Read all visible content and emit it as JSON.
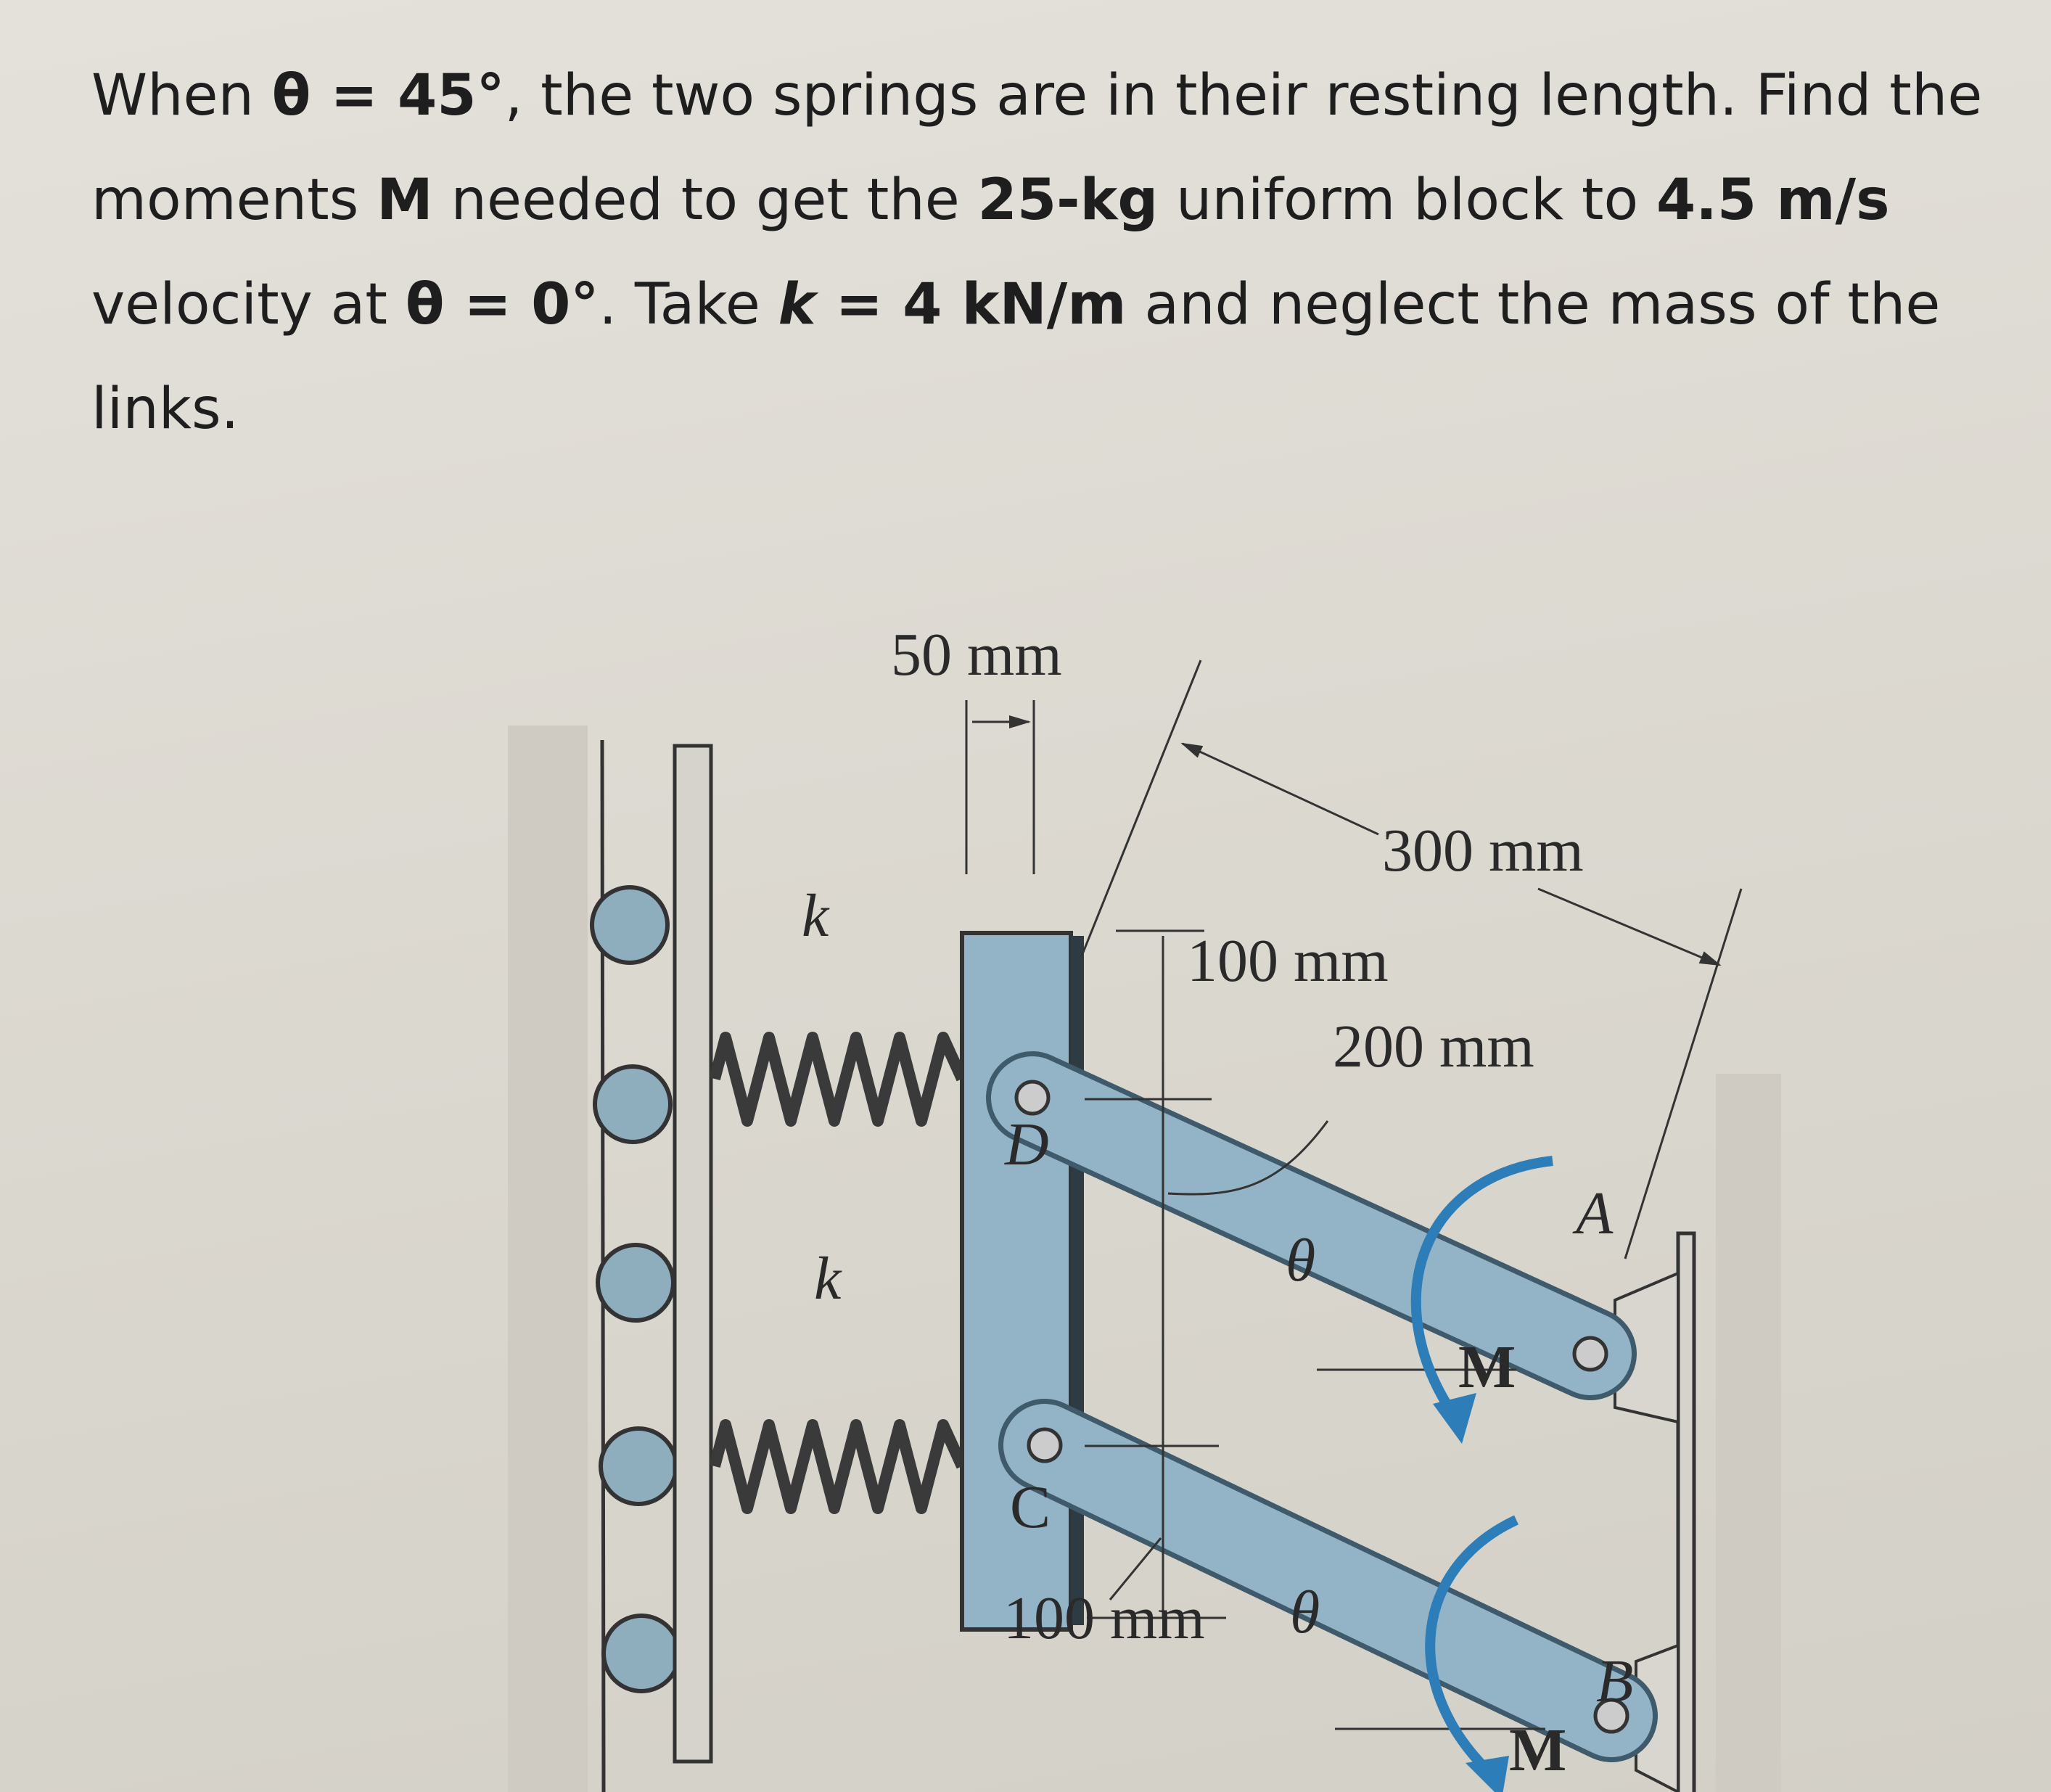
{
  "problem": {
    "t1": "When ",
    "theta1": "θ = 45°",
    "t2": ", the two springs are in their resting length. Find the moments ",
    "M": "M",
    "t3": " needed to get the ",
    "mass": "25-kg",
    "t4": " uniform block to ",
    "velocity": "4.5 m/s",
    "t5": " velocity at ",
    "theta2": "θ = 0°",
    "t6": ". Take ",
    "k": "k",
    "k_value": " = 4 kN/m",
    "t7": " and neglect the mass of the links."
  },
  "diagram": {
    "dim_50": "50 mm",
    "dim_300": "300 mm",
    "dim_100_top": "100 mm",
    "dim_200": "200 mm",
    "dim_100_bottom": "100 mm",
    "spring_top_label": "k",
    "spring_bottom_label": "k",
    "point_D": "D",
    "point_C": "C",
    "point_A": "A",
    "point_B": "B",
    "angle_top": "θ",
    "angle_bottom": "θ",
    "moment_top": "M",
    "moment_bottom": "M",
    "colors": {
      "link": "#93b3c6",
      "outline": "#3f5a6a",
      "moment_arrow": "#2c7db8"
    }
  }
}
